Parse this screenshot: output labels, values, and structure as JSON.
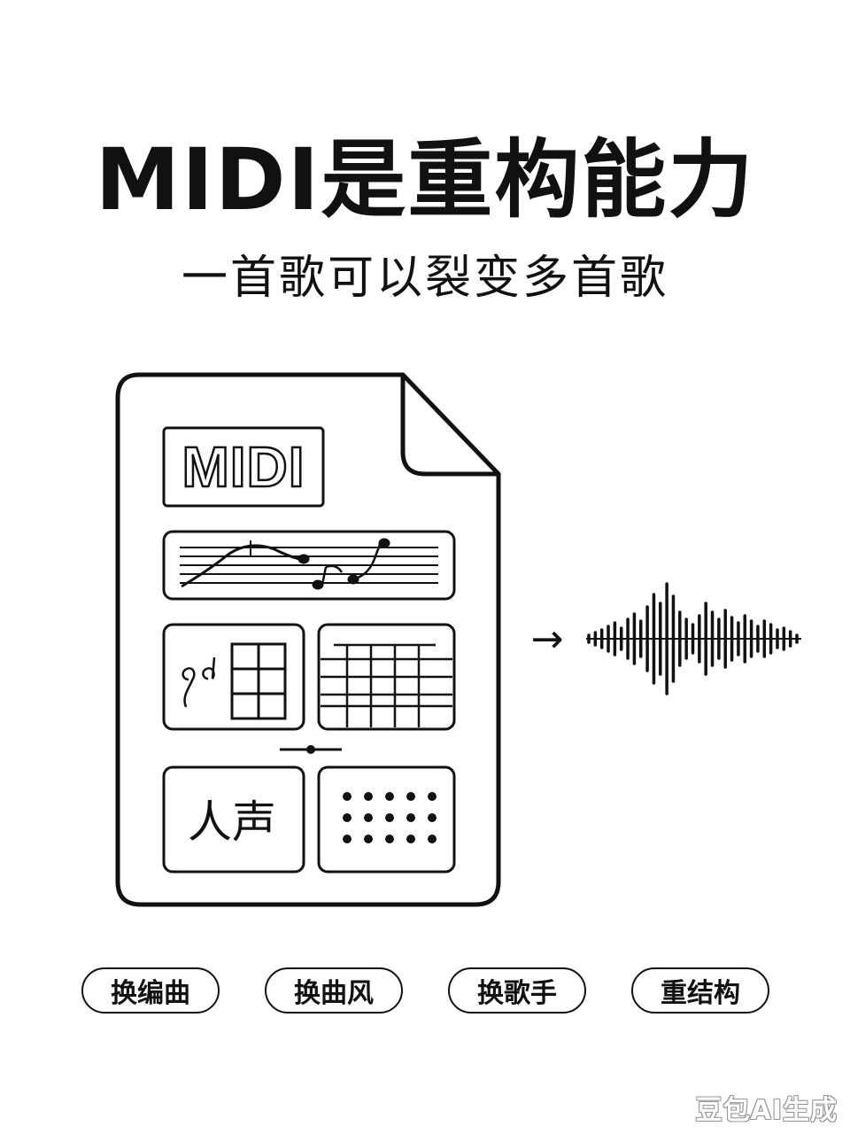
{
  "header": {
    "title": "MIDI是重构能力",
    "subtitle": "一首歌可以裂变多首歌"
  },
  "document": {
    "badge_label": "MIDI",
    "vocals_label": "人声",
    "icons": [
      "document-icon",
      "staff-melody-icon",
      "notes-grid-icon",
      "piano-roll-icon",
      "slider-icon",
      "dot-matrix-icon"
    ]
  },
  "flow": {
    "arrow_glyph": "→",
    "waveform_icon": "audio-waveform-icon"
  },
  "options": [
    {
      "label": "换编曲"
    },
    {
      "label": "换曲风"
    },
    {
      "label": "换歌手"
    },
    {
      "label": "重结构"
    }
  ],
  "watermark": "豆包AI生成",
  "colors": {
    "ink": "#111111",
    "background": "#ffffff"
  }
}
